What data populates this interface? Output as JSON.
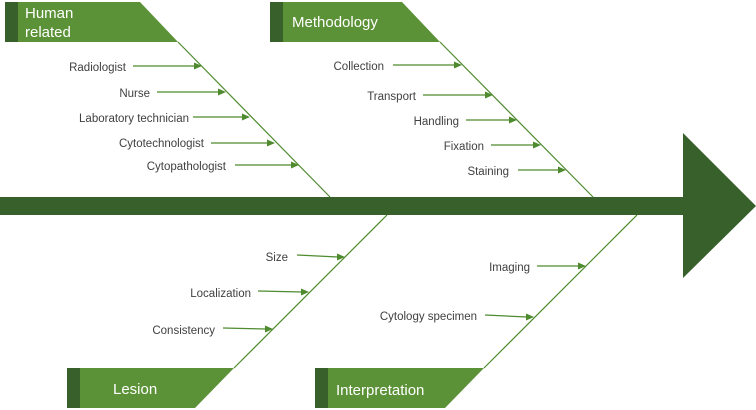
{
  "colors": {
    "spine": "#37602a",
    "header_dark": "#37602a",
    "header_light": "#5c9237",
    "bone": "#4e8a2e",
    "label_text": "#404040"
  },
  "categories": {
    "human_related": {
      "title_line1": "Human",
      "title_line2": "related",
      "causes": [
        "Radiologist",
        "Nurse",
        "Laboratory technician",
        "Cytotechnologist",
        "Cytopathologist"
      ]
    },
    "methodology": {
      "title": "Methodology",
      "causes": [
        "Collection",
        "Transport",
        "Handling",
        "Fixation",
        "Staining"
      ]
    },
    "lesion": {
      "title": "Lesion",
      "causes": [
        "Size",
        "Localization",
        "Consistency"
      ]
    },
    "interpretation": {
      "title": "Interpretation",
      "causes": [
        "Imaging",
        "Cytology specimen"
      ]
    }
  }
}
